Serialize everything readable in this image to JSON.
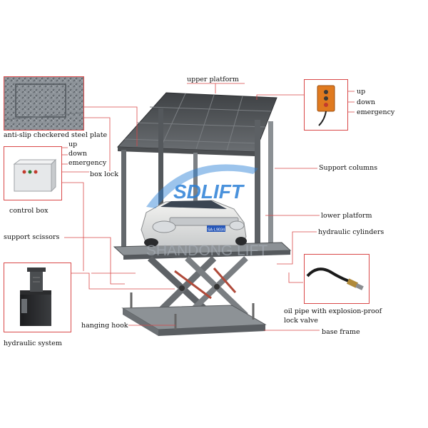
{
  "labels": {
    "upper_platform": "upper platform",
    "up_a": "up",
    "down_a": "down",
    "emergency_a": "emergency",
    "anti_slip": "anti-slip checkered steel plate",
    "up_b": "up",
    "down_b": "down",
    "emergency_b": "emergency",
    "box_lock": "box lock",
    "support_columns": "Support columns",
    "control_box": "control box",
    "lower_platform": "lower platform",
    "support_scissors": "support scissors",
    "hydraulic_cylinders": "hydraulic cylinders",
    "oil_pipe_line1": "oil pipe with explosion-proof",
    "oil_pipe_line2": "lock valve",
    "hanging_hook": "hanging hook",
    "base_frame": "base frame",
    "hydraulic_system": "hydraulic system"
  },
  "watermark": {
    "logo": "SDLIFT",
    "company": "SHANDONG LIFT"
  },
  "plate_text": "SA·L9034",
  "colors": {
    "callout_line": "#d94848",
    "steel": "#5f6266",
    "steel_light": "#9ea3a8",
    "watermark_blue": "#2b7fd6",
    "watermark_gray": "#a7aeb7",
    "remote_orange": "#e07a1f"
  }
}
